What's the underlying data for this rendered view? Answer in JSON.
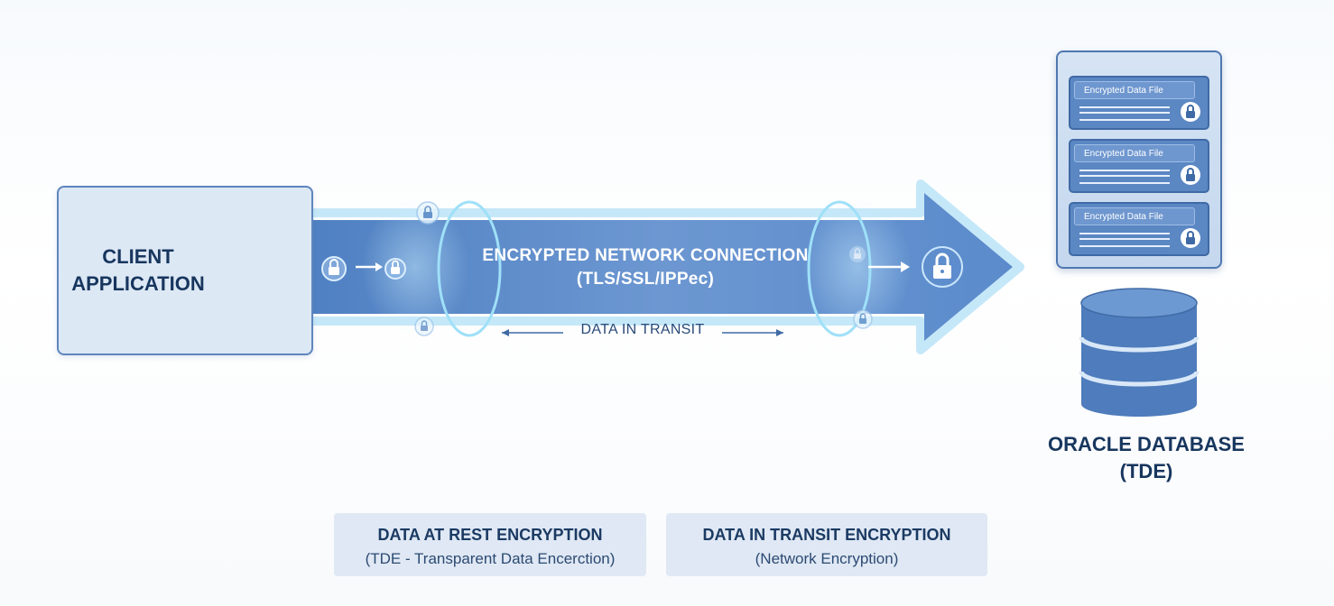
{
  "client": {
    "label_line1": "CLIENT",
    "label_line2": "APPLICATION",
    "icons": [
      "laptop-icon",
      "tablet-icon"
    ]
  },
  "connection": {
    "title_line1": "ENCRYPTED NETWORK CONNECTION",
    "title_line2": "(TLS/SSL/IPPec)",
    "transit_label": "DATA IN TRANSIT",
    "icons": [
      "lock-icon",
      "arrow-right-icon"
    ]
  },
  "database": {
    "files": [
      "Encrypted Data File",
      "Encrypted Data File",
      "Encrypted Data File"
    ],
    "label_line1": "ORACLE DATABASE",
    "label_line2": "(TDE)",
    "icons": [
      "server-icon",
      "database-cylinder-icon",
      "lock-icon"
    ]
  },
  "legend": {
    "rest_title": "DATA AT REST ENCRYPTION",
    "rest_sub": "(TDE - Transparent Data Encerction)",
    "transit_title": "DATA IN TRANSIT ENCRYPTION",
    "transit_sub": "(Network Encryption)"
  },
  "colors": {
    "arrow_fill": "#5b8ac8",
    "arrow_glow": "#a9dcf5",
    "box_fill": "#dde8f5",
    "border": "#5f86bd",
    "text_dark": "#17365e"
  }
}
